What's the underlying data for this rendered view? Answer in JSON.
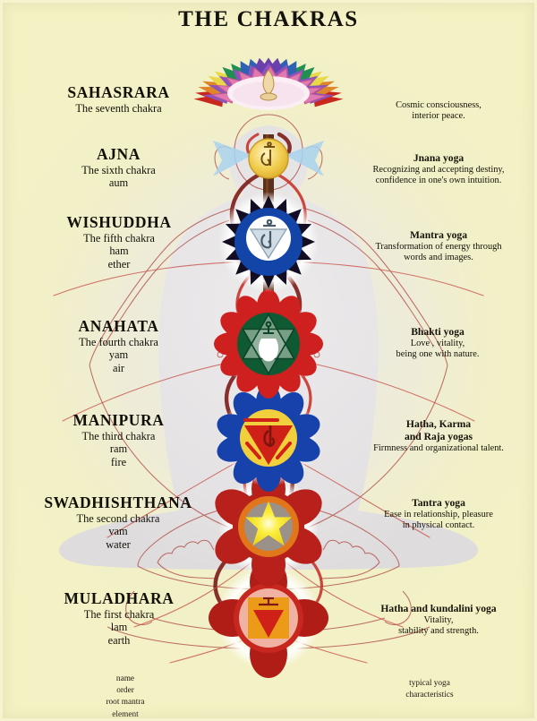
{
  "poster": {
    "title": "THE CHAKRAS",
    "background_color": "#f4f2c4",
    "body_fill_color": "#e4e2e4",
    "nadi_line_color": "#b33a3a",
    "spine_color": "#5a2f1c"
  },
  "chakras": [
    {
      "name": "SAHASRARA",
      "order": "The seventh chakra",
      "mantra": "",
      "element": "",
      "yoga_heading": "",
      "yoga_body_line1": "Cosmic consciousness,",
      "yoga_body_line2": "interior peace.",
      "symbol": "thousand-petal-lotus",
      "colors": [
        "#e0398f",
        "#c6399b",
        "#6b3fae",
        "#2f62b4",
        "#1f8f52",
        "#e8d84a",
        "#e0862a",
        "#c8281e"
      ]
    },
    {
      "name": "AJNA",
      "order": "The sixth chakra",
      "mantra": "aum",
      "element": "",
      "yoga_heading": "Jnana yoga",
      "yoga_body_line1": "Recognizing and accepting destiny,",
      "yoga_body_line2": "confidence in one's own intuition.",
      "symbol": "two-petal-golden-disc",
      "colors": [
        "#f0c13a",
        "#e8d98e",
        "#9fd0ef",
        "#4a2a18"
      ]
    },
    {
      "name": "WISHUDDHA",
      "order": "The fifth chakra",
      "mantra": "ham",
      "element": "ether",
      "yoga_heading": "Mantra yoga",
      "yoga_body_line1": "Transformation of energy through",
      "yoga_body_line2": "words and images.",
      "symbol": "sixteen-petal-blue-disc",
      "colors": [
        "#1344a8",
        "#120d22",
        "#ffffff",
        "#9bb6c8"
      ]
    },
    {
      "name": "ANAHATA",
      "order": "The fourth chakra",
      "mantra": "yam",
      "element": "air",
      "yoga_heading": "Bhakti yoga",
      "yoga_body_line1": "Love , vitality,",
      "yoga_body_line2": "being one with nature.",
      "symbol": "twelve-petal-green-hexagram",
      "colors": [
        "#0f5a33",
        "#cf2020",
        "#9fb8a6",
        "#ffffff"
      ]
    },
    {
      "name": "MANIPURA",
      "order": "The third chakra",
      "mantra": "ram",
      "element": "fire",
      "yoga_heading": "Hatha, Karma\nand Raja yogas",
      "yoga_heading_line1": "Hatha, Karma",
      "yoga_heading_line2": "and Raja yogas",
      "yoga_body_line1": "Firmness and organizational talent.",
      "yoga_body_line2": "",
      "symbol": "ten-petal-yellow-disc-red-triangle",
      "colors": [
        "#f2cf3c",
        "#cf2117",
        "#1742ab"
      ]
    },
    {
      "name": "SWADHISHTHANA",
      "order": "The second chakra",
      "mantra": "vam",
      "element": "water",
      "yoga_heading": "Tantra yoga",
      "yoga_body_line1": "Ease in relationship, pleasure",
      "yoga_body_line2": "in physical contact.",
      "symbol": "six-petal-crescent-disc",
      "colors": [
        "#f5e52a",
        "#9b9189",
        "#e2761b",
        "#b7201b"
      ]
    },
    {
      "name": "MULADHARA",
      "order": "The first chakra",
      "mantra": "lam",
      "element": "earth",
      "yoga_heading": "Hatha and kundalini yoga",
      "yoga_body_line1": "Vitality,",
      "yoga_body_line2": "stability and strength.",
      "symbol": "four-petal-orange-square-triangle",
      "colors": [
        "#eb9b18",
        "#cf2117",
        "#b01c16",
        "#f0b2a2"
      ]
    }
  ],
  "legend": {
    "left": [
      "name",
      "order",
      "root mantra",
      "element"
    ],
    "right": [
      "typical yoga",
      "characteristics"
    ]
  }
}
